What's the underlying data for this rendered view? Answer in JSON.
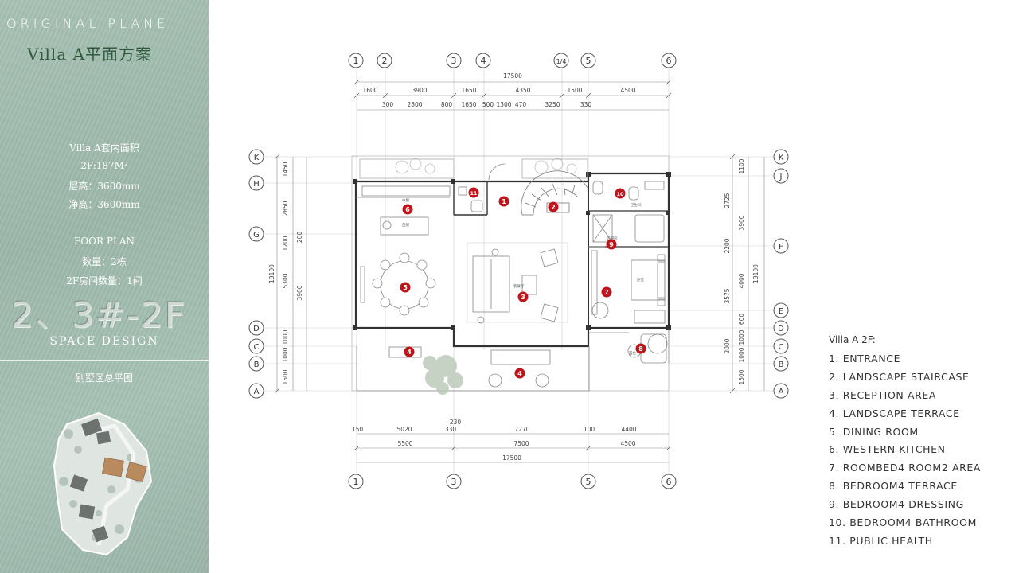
{
  "left_panel": {
    "header": "ORIGINAL PLANE",
    "title": "Villa A平面方案",
    "info": [
      "Villa A套内面积",
      "2F:187M²",
      "层高：3600mm",
      "净高：3600mm"
    ],
    "floor_plan_label": "FOOR PLAN",
    "stats": [
      "数量：2栋",
      "2F房间数量：1间"
    ],
    "floor_code": "2、3#-2F",
    "space_design": "SPACE  DESIGN",
    "site_plan_title": "别墅区总平图"
  },
  "plan": {
    "top_axes": [
      "1",
      "2",
      "3",
      "4",
      "1/4",
      "5",
      "6"
    ],
    "bottom_axes": [
      "1",
      "3",
      "5",
      "6"
    ],
    "left_axes": [
      "K",
      "H",
      "G",
      "D",
      "C",
      "B",
      "A"
    ],
    "right_axes": [
      "K",
      "J",
      "F",
      "E",
      "D",
      "C",
      "B",
      "A"
    ],
    "top_total": "17500",
    "top_dims_1": [
      "1600",
      "3900",
      "1650",
      "4350",
      "1500",
      "4500"
    ],
    "top_dims_2": [
      "300",
      "2800",
      "800",
      "1650",
      "500",
      "1300",
      "470",
      "3250",
      "330"
    ],
    "bottom_dims_1": [
      "150",
      "5020",
      "230",
      "330",
      "7270",
      "100",
      "4400"
    ],
    "bottom_dims_2": [
      "5500",
      "7500",
      "4500"
    ],
    "bottom_total": "17500",
    "left_dims_1": [
      "1450",
      "2850",
      "200",
      "1200",
      "5300",
      "3900",
      "1000",
      "1000",
      "1500"
    ],
    "left_total": "13100",
    "right_dims_1": [
      "1100",
      "2725",
      "2200",
      "3575",
      "600",
      "1000",
      "2000",
      "1000",
      "1500"
    ],
    "right_dims_2": [
      "3900",
      "4000"
    ],
    "right_total": "13100",
    "room_labels": [
      "中厨",
      "西厨",
      "客餐厅",
      "衣帽间",
      "卧室",
      "卫生间",
      "露台"
    ],
    "markers": [
      "1",
      "2",
      "3",
      "4",
      "4",
      "5",
      "6",
      "7",
      "8",
      "9",
      "10",
      "11"
    ],
    "marker_color": "#c0141b"
  },
  "legend": {
    "title": "Villa A 2F:",
    "items": [
      "1.   ENTRANCE",
      "2.   LANDSCAPE STAIRCASE",
      "3.   RECEPTION AREA",
      "4.   LANDSCAPE TERRACE",
      "5.   DINING ROOM",
      "6.   WESTERN KITCHEN",
      "7.   ROOMBED4 ROOM2 AREA",
      "8.   BEDROOM4 TERRACE",
      "9.   BEDROOM4 DRESSING",
      "10. BEDROOM4 BATHROOM",
      "11. PUBLIC HEALTH"
    ]
  }
}
